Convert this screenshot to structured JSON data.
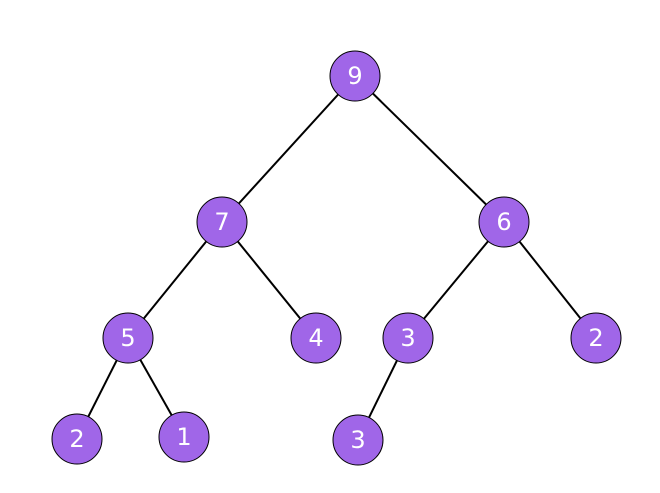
{
  "tree": {
    "node_color": "#a066e8",
    "edge_color": "#000000",
    "text_color": "#ffffff",
    "nodes": [
      {
        "id": "n0",
        "value": "9"
      },
      {
        "id": "n1",
        "value": "7"
      },
      {
        "id": "n2",
        "value": "6"
      },
      {
        "id": "n3",
        "value": "5"
      },
      {
        "id": "n4",
        "value": "4"
      },
      {
        "id": "n5",
        "value": "3"
      },
      {
        "id": "n6",
        "value": "2"
      },
      {
        "id": "n7",
        "value": "2"
      },
      {
        "id": "n8",
        "value": "1"
      },
      {
        "id": "n9",
        "value": "3"
      }
    ],
    "edges": [
      {
        "from": "n0",
        "to": "n1"
      },
      {
        "from": "n0",
        "to": "n2"
      },
      {
        "from": "n1",
        "to": "n3"
      },
      {
        "from": "n1",
        "to": "n4"
      },
      {
        "from": "n2",
        "to": "n5"
      },
      {
        "from": "n2",
        "to": "n6"
      },
      {
        "from": "n3",
        "to": "n7"
      },
      {
        "from": "n3",
        "to": "n8"
      },
      {
        "from": "n5",
        "to": "n9"
      }
    ]
  }
}
